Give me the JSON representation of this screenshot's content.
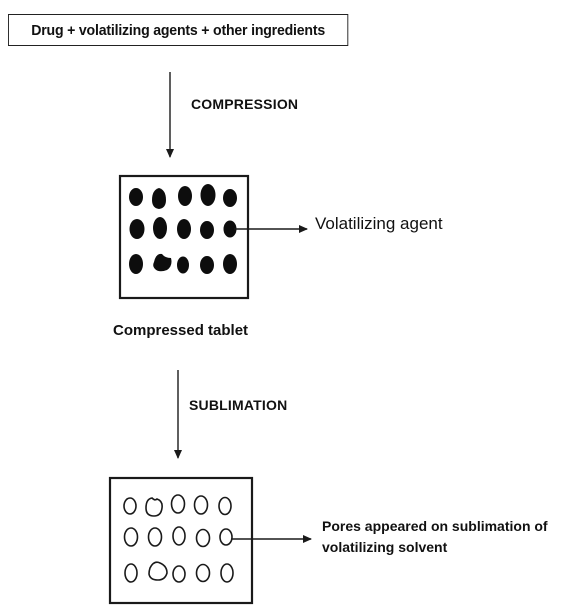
{
  "diagram": {
    "start_box": "Drug + volatilizing agents + other ingredients",
    "step1_label": "COMPRESSION",
    "tablet_caption": "Compressed tablet",
    "agent_label": "Volatilizing agent",
    "step2_label": "SUBLIMATION",
    "pores_label_line1": "Pores appeared on sublimation of",
    "pores_label_line2": "volatilizing solvent"
  },
  "colors": {
    "line": "#1a1a1a",
    "dot": "#0d0d0d",
    "background": "#ffffff"
  }
}
